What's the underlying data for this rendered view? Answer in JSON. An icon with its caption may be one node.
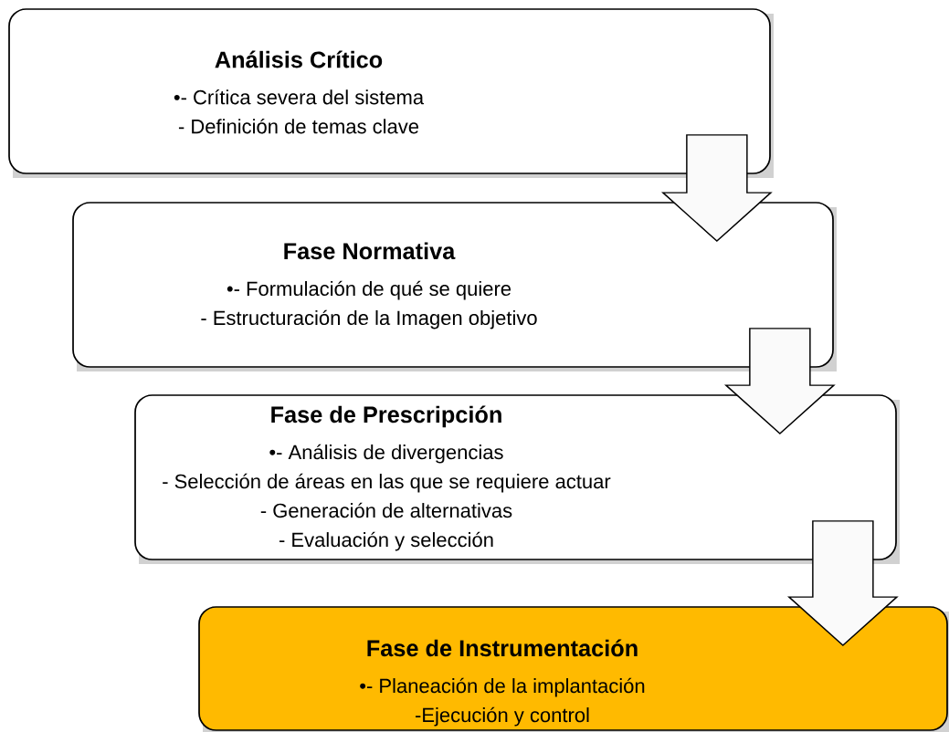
{
  "diagram": {
    "nodes": [
      {
        "text": [
          "Análisis Crítico",
          "•- Crítica severa del sistema",
          "- Definición de temas clave"
        ]
      },
      {
        "text": [
          "Fase Normativa",
          "•- Formulación de qué se quiere",
          "- Estructuración de la Imagen objetivo"
        ]
      },
      {
        "text": [
          "Fase de Prescripción",
          "•- Análisis de divergencias",
          "- Selección de áreas en las que se requiere actuar",
          "- Generación de alternativas",
          "- Evaluación y selección"
        ]
      },
      {
        "text": [
          "Fase de Instrumentación",
          "•- Planeación de la implantación",
          "-Ejecución y control"
        ]
      }
    ],
    "edges": [
      {
        "from": 0,
        "to": 1,
        "arrow": "to"
      },
      {
        "from": 1,
        "to": 2,
        "arrow": "to"
      },
      {
        "from": 2,
        "to": 3,
        "arrow": "to"
      }
    ]
  }
}
